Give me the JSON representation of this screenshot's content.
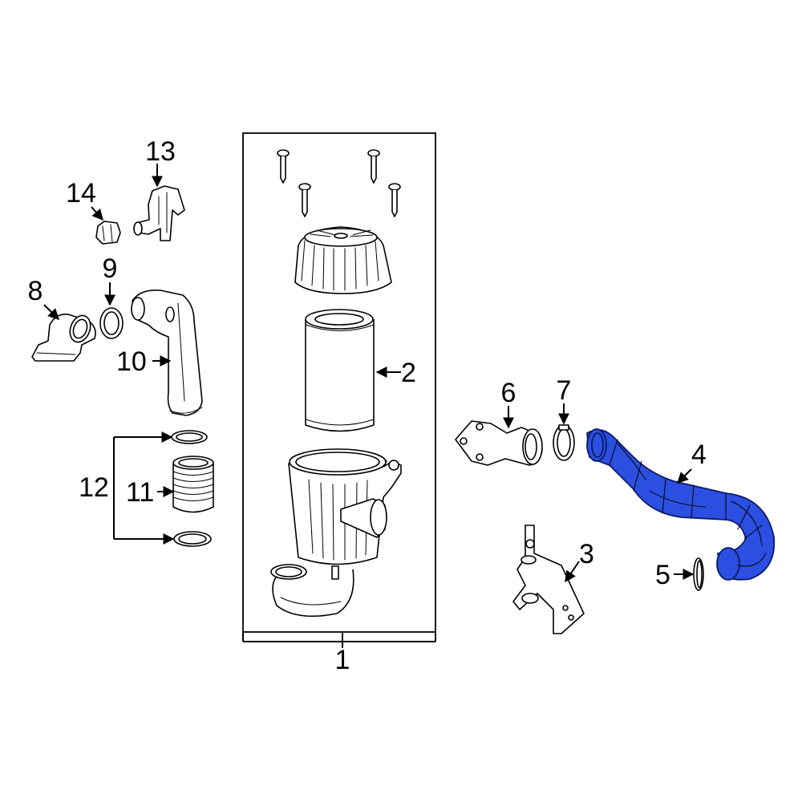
{
  "callouts": {
    "c1": "1",
    "c2": "2",
    "c3": "3",
    "c4": "4",
    "c5": "5",
    "c6": "6",
    "c7": "7",
    "c8": "8",
    "c9": "9",
    "c10": "10",
    "c11": "11",
    "c12": "12",
    "c13": "13",
    "c14": "14"
  },
  "colors": {
    "highlight": "#2b4fe0",
    "outline": "#000000",
    "background": "#ffffff"
  },
  "highlighted_part": "4"
}
